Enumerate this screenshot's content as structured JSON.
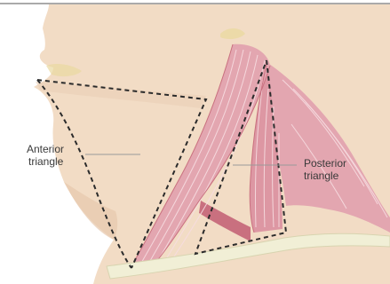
{
  "diagram": {
    "labels": {
      "anterior": [
        "Anterior",
        "triangle"
      ],
      "posterior": [
        "Posterior",
        "triangle"
      ]
    }
  },
  "colors": {
    "background": "#ffffff",
    "skin": "#f2dcc5",
    "skin_shadow": "#e7c8ad",
    "muscle": "#e3a6b0",
    "muscle_dark": "#c9707f",
    "muscle_fiber": "#f7dde1",
    "bone": "#f1efd6",
    "dashed_outline": "#2b2b2b",
    "leader_line": "#9a9a9a",
    "label_text": "#3a3a3a"
  }
}
